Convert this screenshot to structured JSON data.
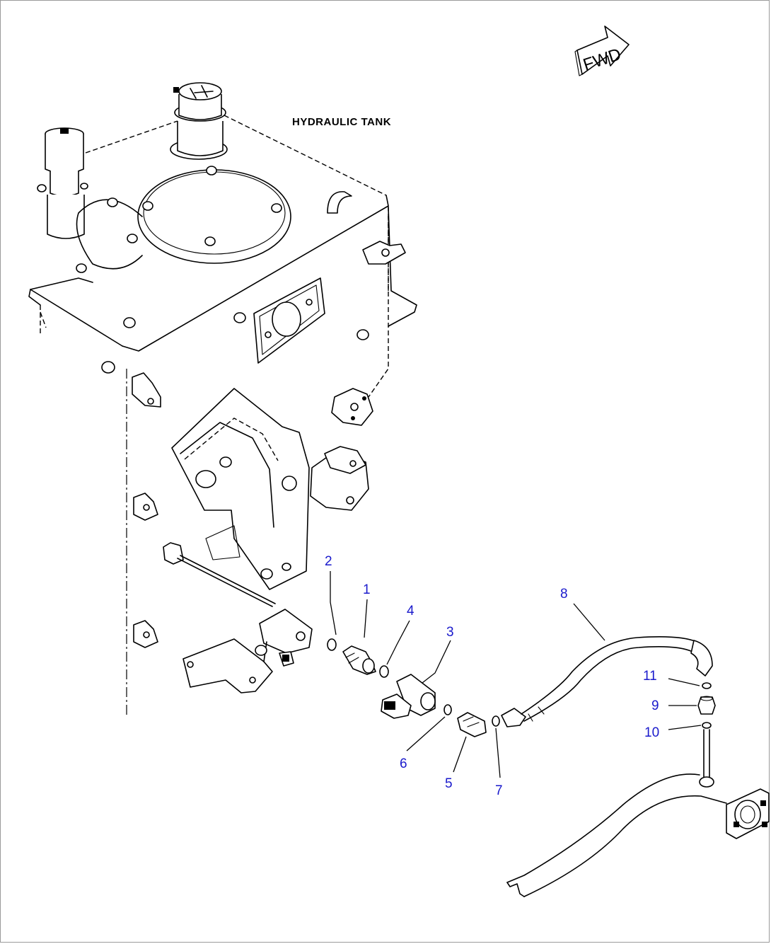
{
  "diagram": {
    "title_label": "HYDRAULIC TANK",
    "direction_sign": "FWD",
    "callouts": [
      {
        "id": "c1",
        "label": "1"
      },
      {
        "id": "c2",
        "label": "2"
      },
      {
        "id": "c3",
        "label": "3"
      },
      {
        "id": "c4",
        "label": "4"
      },
      {
        "id": "c5",
        "label": "5"
      },
      {
        "id": "c6",
        "label": "6"
      },
      {
        "id": "c7",
        "label": "7"
      },
      {
        "id": "c8",
        "label": "8"
      },
      {
        "id": "c9",
        "label": "9"
      },
      {
        "id": "c10",
        "label": "10"
      },
      {
        "id": "c11",
        "label": "11"
      }
    ],
    "colors": {
      "callout_text": "#1a1acc",
      "line_art": "#000000",
      "frame_border": "#9a9a9a"
    }
  }
}
